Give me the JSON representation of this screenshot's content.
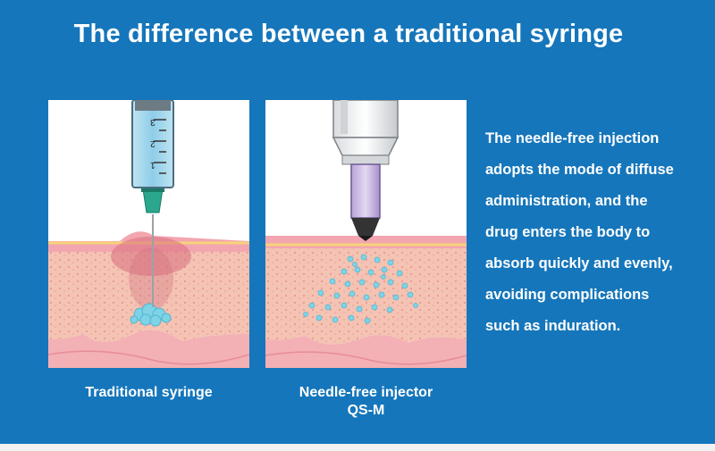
{
  "title": "The difference between a traditional syringe",
  "panels": {
    "left": {
      "caption": "Traditional syringe",
      "scale_marks": [
        "3",
        "2",
        "1"
      ]
    },
    "right": {
      "caption_lines": [
        "Needle-free injector",
        "QS-M"
      ]
    }
  },
  "description_lines": [
    "The needle-free injection",
    "adopts the mode of diffuse",
    "administration, and the",
    "drug enters the body to",
    "absorb quickly and evenly,",
    "avoiding complications",
    "such as induration."
  ],
  "colors": {
    "background": "#1576bb",
    "text": "#ffffff",
    "skin_top": "#f3a6b0",
    "tissue": "#f4c6b6",
    "drug": "#7fd3e6"
  }
}
